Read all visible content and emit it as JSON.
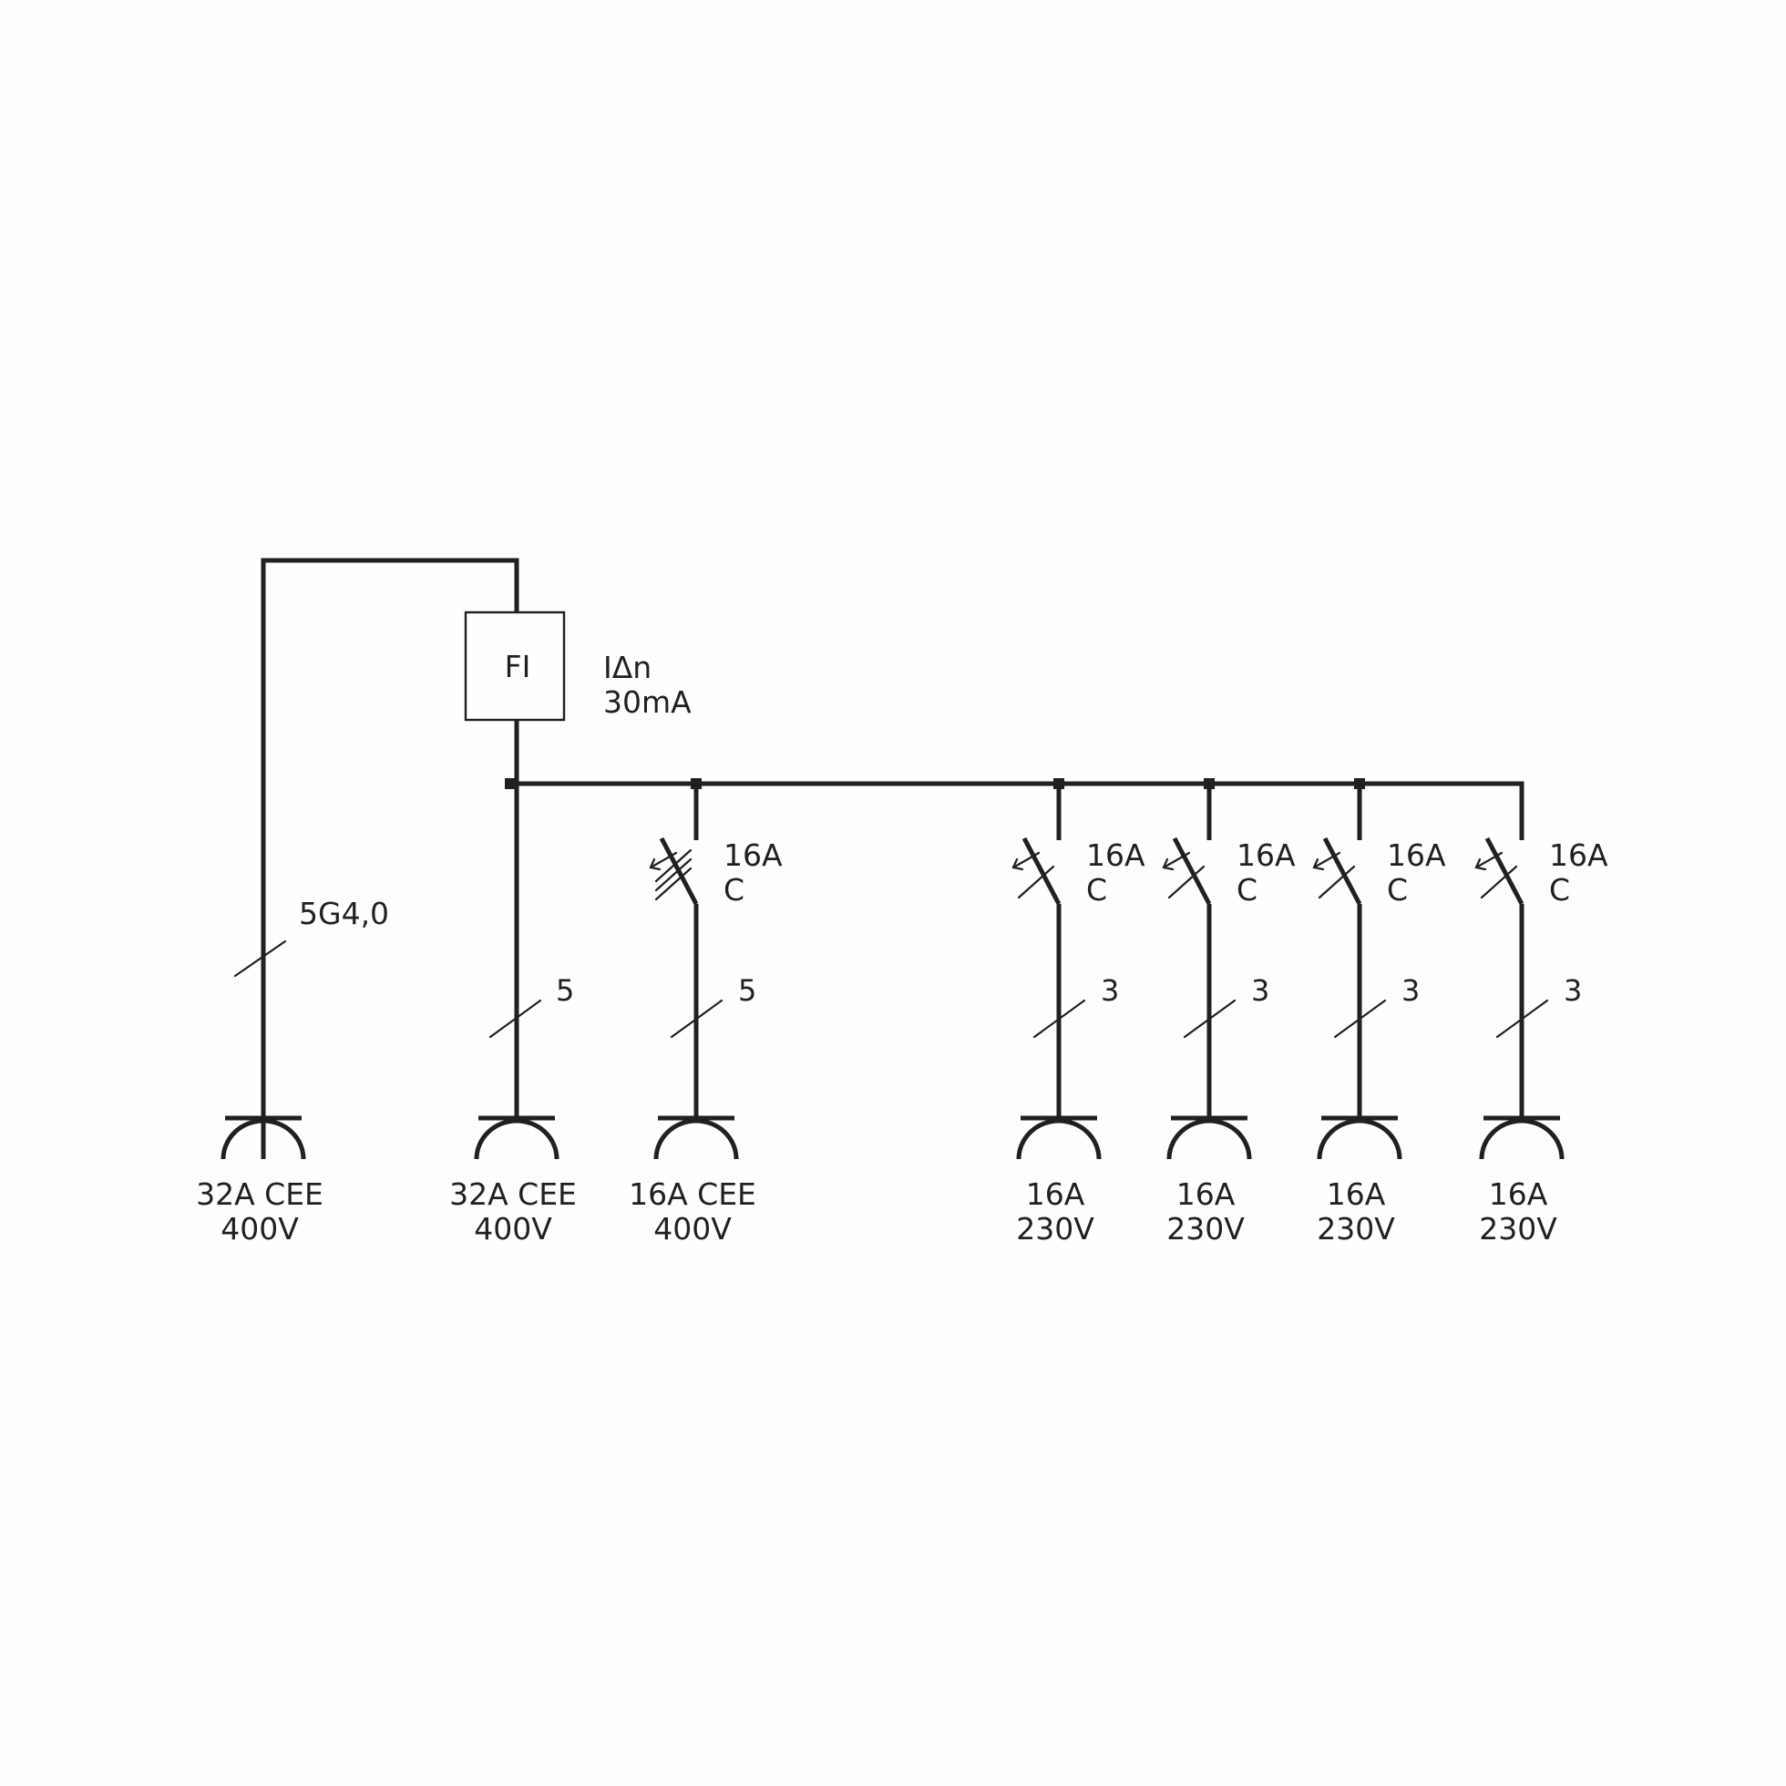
{
  "rcd": {
    "box_label": "FI",
    "rating_line1": "IΔn",
    "rating_line2": "30mA"
  },
  "feed_cable_label": "5G4,0",
  "breakers": [
    {
      "current": "16A",
      "curve": "C",
      "poles": 3
    },
    {
      "current": "16A",
      "curve": "C",
      "poles": 1
    },
    {
      "current": "16A",
      "curve": "C",
      "poles": 1
    },
    {
      "current": "16A",
      "curve": "C",
      "poles": 1
    },
    {
      "current": "16A",
      "curve": "C",
      "poles": 1
    }
  ],
  "conductor_counts": [
    "5",
    "5",
    "3",
    "3",
    "3",
    "3"
  ],
  "sockets": [
    {
      "line1": "32A CEE",
      "line2": "400V",
      "role": "inlet"
    },
    {
      "line1": "32A CEE",
      "line2": "400V",
      "role": "outlet"
    },
    {
      "line1": "16A CEE",
      "line2": "400V",
      "role": "outlet"
    },
    {
      "line1": "16A",
      "line2": "230V",
      "role": "outlet"
    },
    {
      "line1": "16A",
      "line2": "230V",
      "role": "outlet"
    },
    {
      "line1": "16A",
      "line2": "230V",
      "role": "outlet"
    },
    {
      "line1": "16A",
      "line2": "230V",
      "role": "outlet"
    }
  ]
}
